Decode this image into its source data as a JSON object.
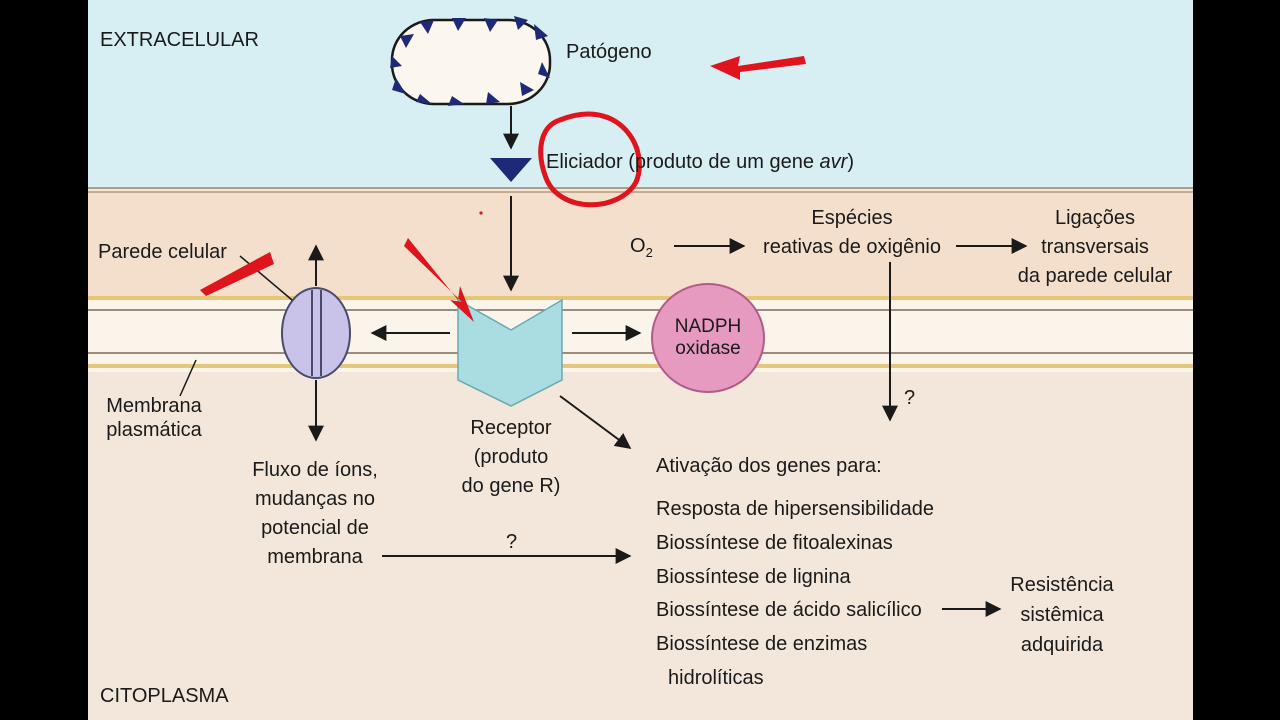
{
  "regions": {
    "extracellular": "EXTRACELULAR",
    "cytoplasm": "CITOPLASMA",
    "cell_wall": "Parede celular",
    "plasma_membrane": [
      "Membrana",
      "plasmática"
    ]
  },
  "pathogen": {
    "label": "Patógeno"
  },
  "elicitor": {
    "label": "Eliciador",
    "desc_prefix": "(produto de um gene ",
    "desc_gene": "avr",
    "desc_suffix": ")"
  },
  "receptor": {
    "lines": [
      "Receptor",
      "(produto",
      "do gene R)"
    ]
  },
  "nadph": {
    "lines": [
      "NADPH",
      "oxidase"
    ]
  },
  "oxygen": {
    "o": "O",
    "sub": "2"
  },
  "ros": {
    "lines": [
      "Espécies",
      "reativas de oxigênio"
    ]
  },
  "crosslinks": {
    "lines": [
      "Ligações",
      "transversais",
      "da parede celular"
    ]
  },
  "ion_flux": {
    "lines": [
      "Fluxo de íons,",
      "mudanças no",
      "potencial de",
      "membrana"
    ]
  },
  "question_marks": [
    "?",
    "?"
  ],
  "gene_activation": {
    "heading": "Ativação dos genes para:",
    "items": [
      "Resposta de hipersensibilidade",
      "Biossíntese de fitoalexinas",
      "Biossíntese de lignina",
      "Biossíntese de ácido salicílico",
      "Biossíntese de enzimas",
      "hidrolíticas"
    ]
  },
  "sar": {
    "lines": [
      "Resistência",
      "sistêmica",
      "adquirida"
    ]
  },
  "colors": {
    "annotation_red": "#e0141c",
    "receptor_fill": "#a9dde2",
    "nadph_fill": "#e79ac0",
    "channel_fill": "#c9c3ea",
    "elicitor_fill": "#1e2a78",
    "membrane_yellow": "#f0d78a"
  }
}
